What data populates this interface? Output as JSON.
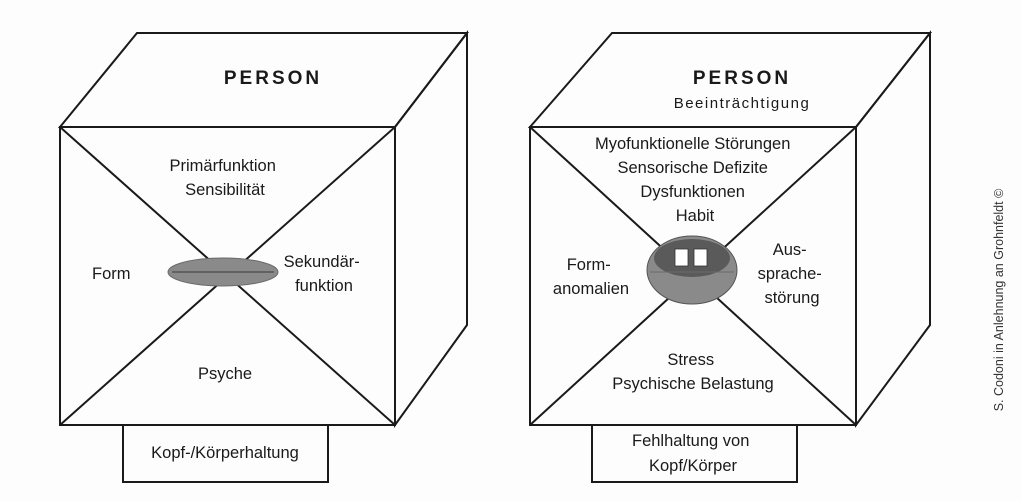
{
  "left_cube": {
    "top_face": {
      "title": "PERSON"
    },
    "front_face": {
      "top_lines": [
        "Primärfunktion",
        "Sensibilität"
      ],
      "left_lines": [
        "Form"
      ],
      "right_lines": [
        "Sekundär-",
        "funktion"
      ],
      "bottom_lines": [
        "Psyche"
      ]
    },
    "base_label_lines": [
      "Kopf-/Körperhaltung"
    ]
  },
  "right_cube": {
    "top_face": {
      "title": "PERSON",
      "subtitle": "Beeinträchtigung"
    },
    "front_face": {
      "top_lines": [
        "Myofunktionelle Störungen",
        "Sensorische Defizite",
        "Dysfunktionen",
        "Habit"
      ],
      "left_lines": [
        "Form-",
        "anomalien"
      ],
      "right_lines": [
        "Aus-",
        "sprache-",
        "störung"
      ],
      "bottom_lines": [
        "Stress",
        "Psychische Belastung"
      ]
    },
    "base_label_lines": [
      "Fehlhaltung von",
      "Kopf/Körper"
    ]
  },
  "credit": "S. Codoni in Anlehnung an Grohnfeldt ©",
  "colors": {
    "line": "#1a1a1a",
    "mouth_fill": "#8a8a8a",
    "mouth_dark": "#5a5a5a",
    "teeth": "#ffffff"
  }
}
